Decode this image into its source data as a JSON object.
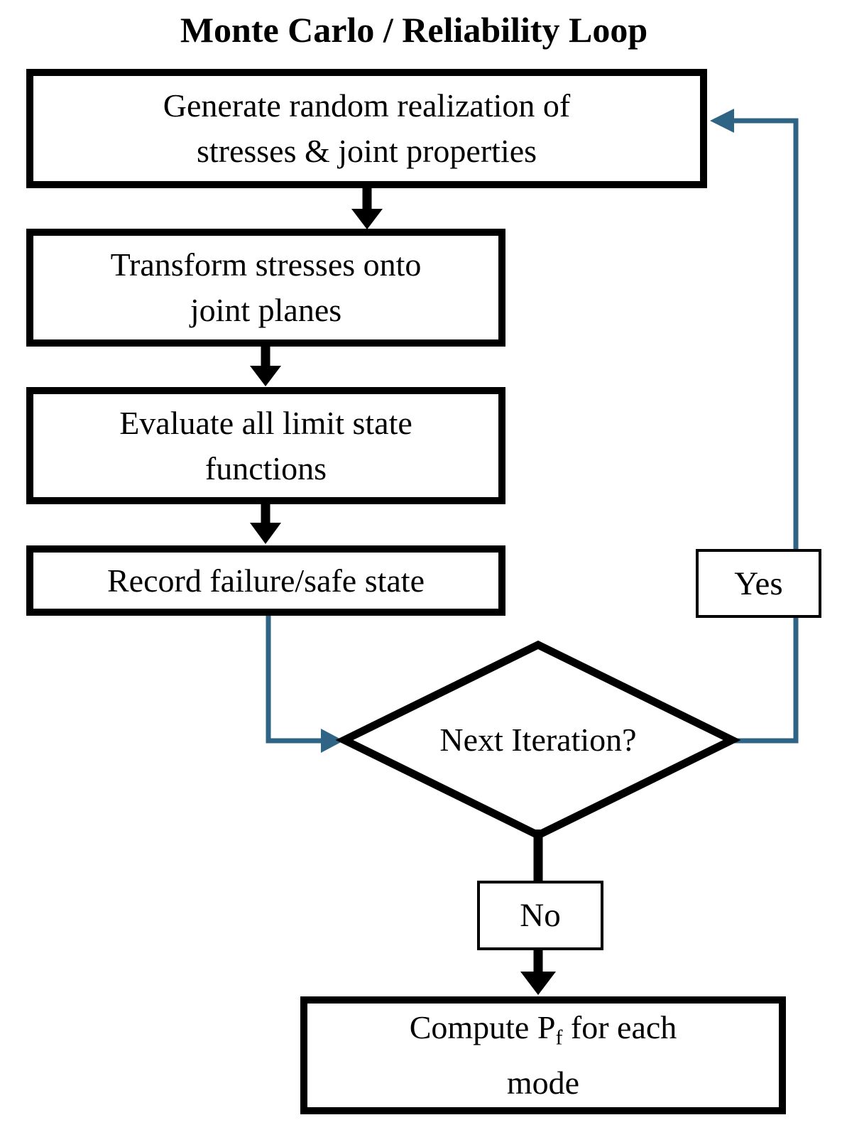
{
  "title": "Monte Carlo / Reliability Loop",
  "colors": {
    "ink": "#000000",
    "loop_arrow_blue": "#2f6484",
    "background": "#ffffff"
  },
  "nodes": {
    "generate": {
      "line1": "Generate random realization of",
      "line2": "stresses & joint properties"
    },
    "transform": {
      "line1": "Transform stresses onto",
      "line2": "joint planes"
    },
    "evaluate": {
      "line1": "Evaluate all limit state",
      "line2": "functions"
    },
    "record": {
      "label": "Record failure/safe state"
    },
    "decision": {
      "label": "Next Iteration?"
    },
    "yes_branch": {
      "label": "Yes"
    },
    "no_branch": {
      "label": "No"
    },
    "compute": {
      "line1_prefix": "Compute P",
      "line1_subscript": "f",
      "line1_suffix": " for each",
      "line2": "mode"
    }
  }
}
